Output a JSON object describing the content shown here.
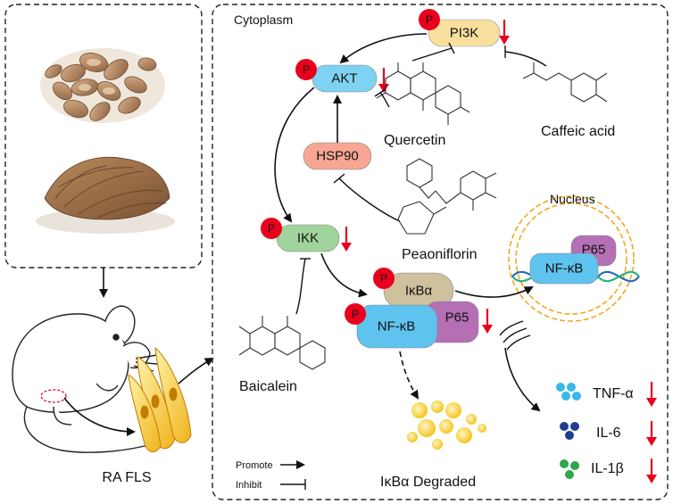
{
  "cytoplasm_label": "Cytoplasm",
  "nucleus_label": "Nucleus",
  "proteins": {
    "pi3k": "PI3K",
    "akt": "AKT",
    "hsp90": "HSP90",
    "ikk": "IKK",
    "ikba": "IκBα",
    "nfkb": "NF-κB",
    "p65": "P65",
    "nfkb_nucleus": "NF-κB",
    "p65_nucleus": "P65"
  },
  "phospho_label": "P",
  "compounds": {
    "quercetin": "Quercetin",
    "caffeic_acid": "Caffeic acid",
    "peaoniflorin": "Peaoniflorin",
    "baicalein": "Baicalein"
  },
  "cytokines": {
    "tnf": "TNF-α",
    "il6": "IL-6",
    "il1b": "IL-1β"
  },
  "degraded_label": "IκBα Degraded",
  "ra_fls_label": "RA  FLS",
  "legend": {
    "promote": "Promote",
    "inhibit": "Inhibit"
  },
  "colors": {
    "phospho": "#e8001c",
    "down_arrow": "#e8001c",
    "pi3k": "#f7df9e",
    "akt": "#7fd3f2",
    "hsp90": "#f6a693",
    "ikk": "#9fd49c",
    "ikba": "#cfc09e",
    "nfkb": "#5ec3ef",
    "p65": "#b46fb5",
    "tnf": "#39b8ea",
    "il6": "#1f3e8f",
    "il1b": "#2ea64a",
    "nucleus_ring": "#f2a81d",
    "degraded": "#f7cf2b"
  }
}
